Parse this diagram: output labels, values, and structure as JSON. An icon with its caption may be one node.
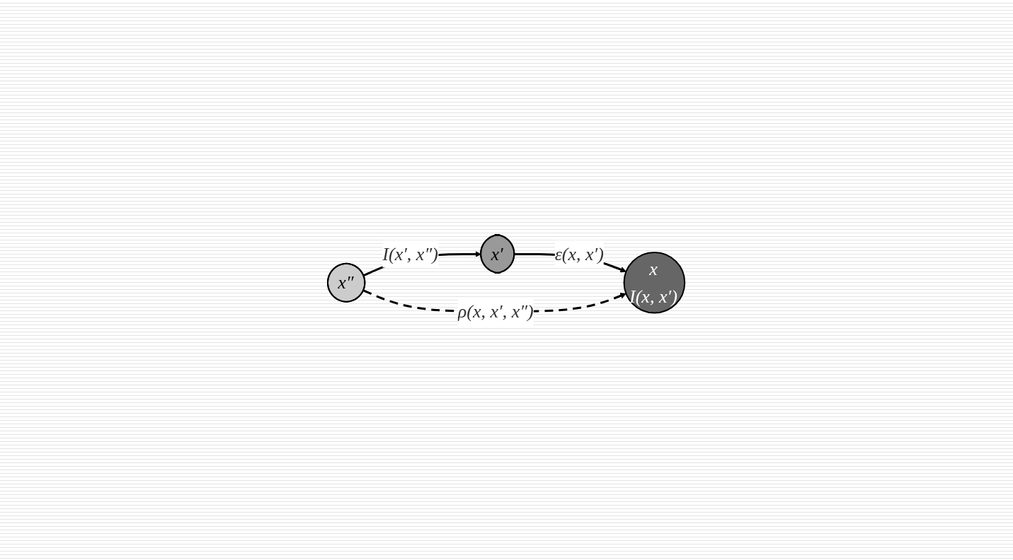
{
  "diagram": {
    "nodes": [
      {
        "text": [
          "x′"
        ]
      },
      {
        "text": [
          "x″"
        ]
      },
      {
        "text": [
          "x",
          "I(x, x′)"
        ]
      }
    ],
    "edges": [
      {
        "from": 0,
        "to": 2,
        "arrow": "to",
        "label": "ε(x, x′)"
      },
      {
        "from": 1,
        "to": 0,
        "arrow": "to",
        "label": "I(x′, x″)"
      },
      {
        "from": 1,
        "to": 2,
        "arrow": "to",
        "label": "ρ(x, x′, x″)",
        "style": "dashed"
      }
    ]
  }
}
